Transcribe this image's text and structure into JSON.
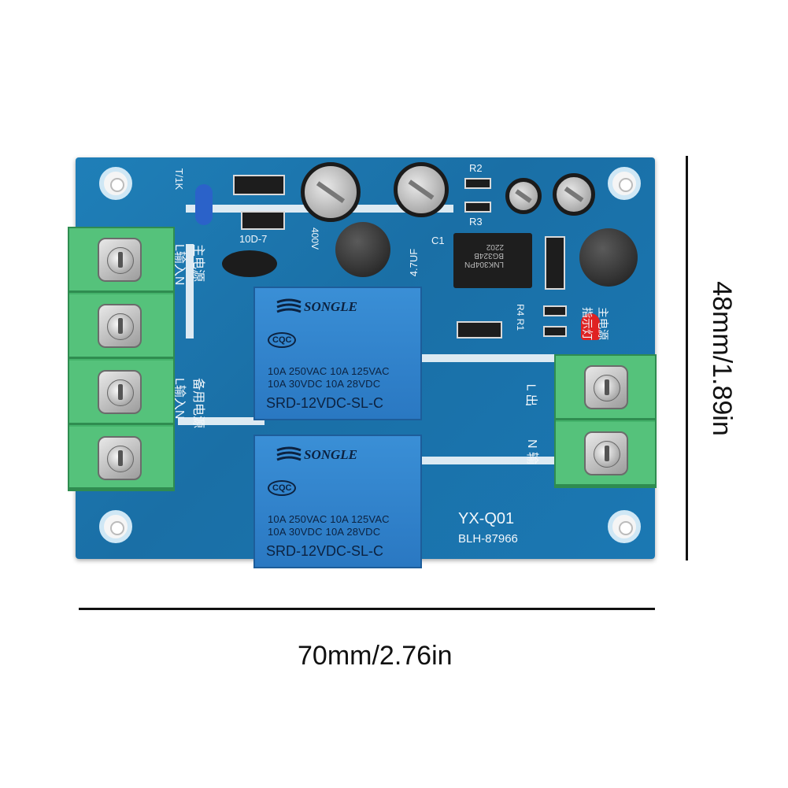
{
  "dimensions": {
    "width_label": "70mm/2.76in",
    "height_label": "48mm/1.89in"
  },
  "board": {
    "model": "YX-Q01",
    "code": "BLH-87966",
    "relay_brand": "SONGLE",
    "relay_model": "SRD-12VDC-SL-C",
    "relay_cert": "CQC",
    "relay_rating_line1": "10A 250VAC  10A 125VAC",
    "relay_rating_line2": "10A  30VDC  10A  28VDC",
    "main_power_label": "主电源\nL输入N",
    "backup_power_label": "备用电源\nL输入N",
    "output_label_l": "L  出",
    "output_label_n": "N  输",
    "indicator_label": "主电源\n指示灯",
    "cap_c1": "C1",
    "cap_value": "4.7UF",
    "voltage_400v": "400V",
    "r2": "R2",
    "r3": "R3",
    "r4r1": "R4 R1",
    "diode_text": "10D-7",
    "chip_text": "LNK304PN\nBG324B\n2202",
    "fuse_text": "T/1K"
  },
  "colors": {
    "pcb": "#1b72ad",
    "terminal": "#44b36b",
    "relay": "#2f82cc",
    "led": "#e02222"
  }
}
